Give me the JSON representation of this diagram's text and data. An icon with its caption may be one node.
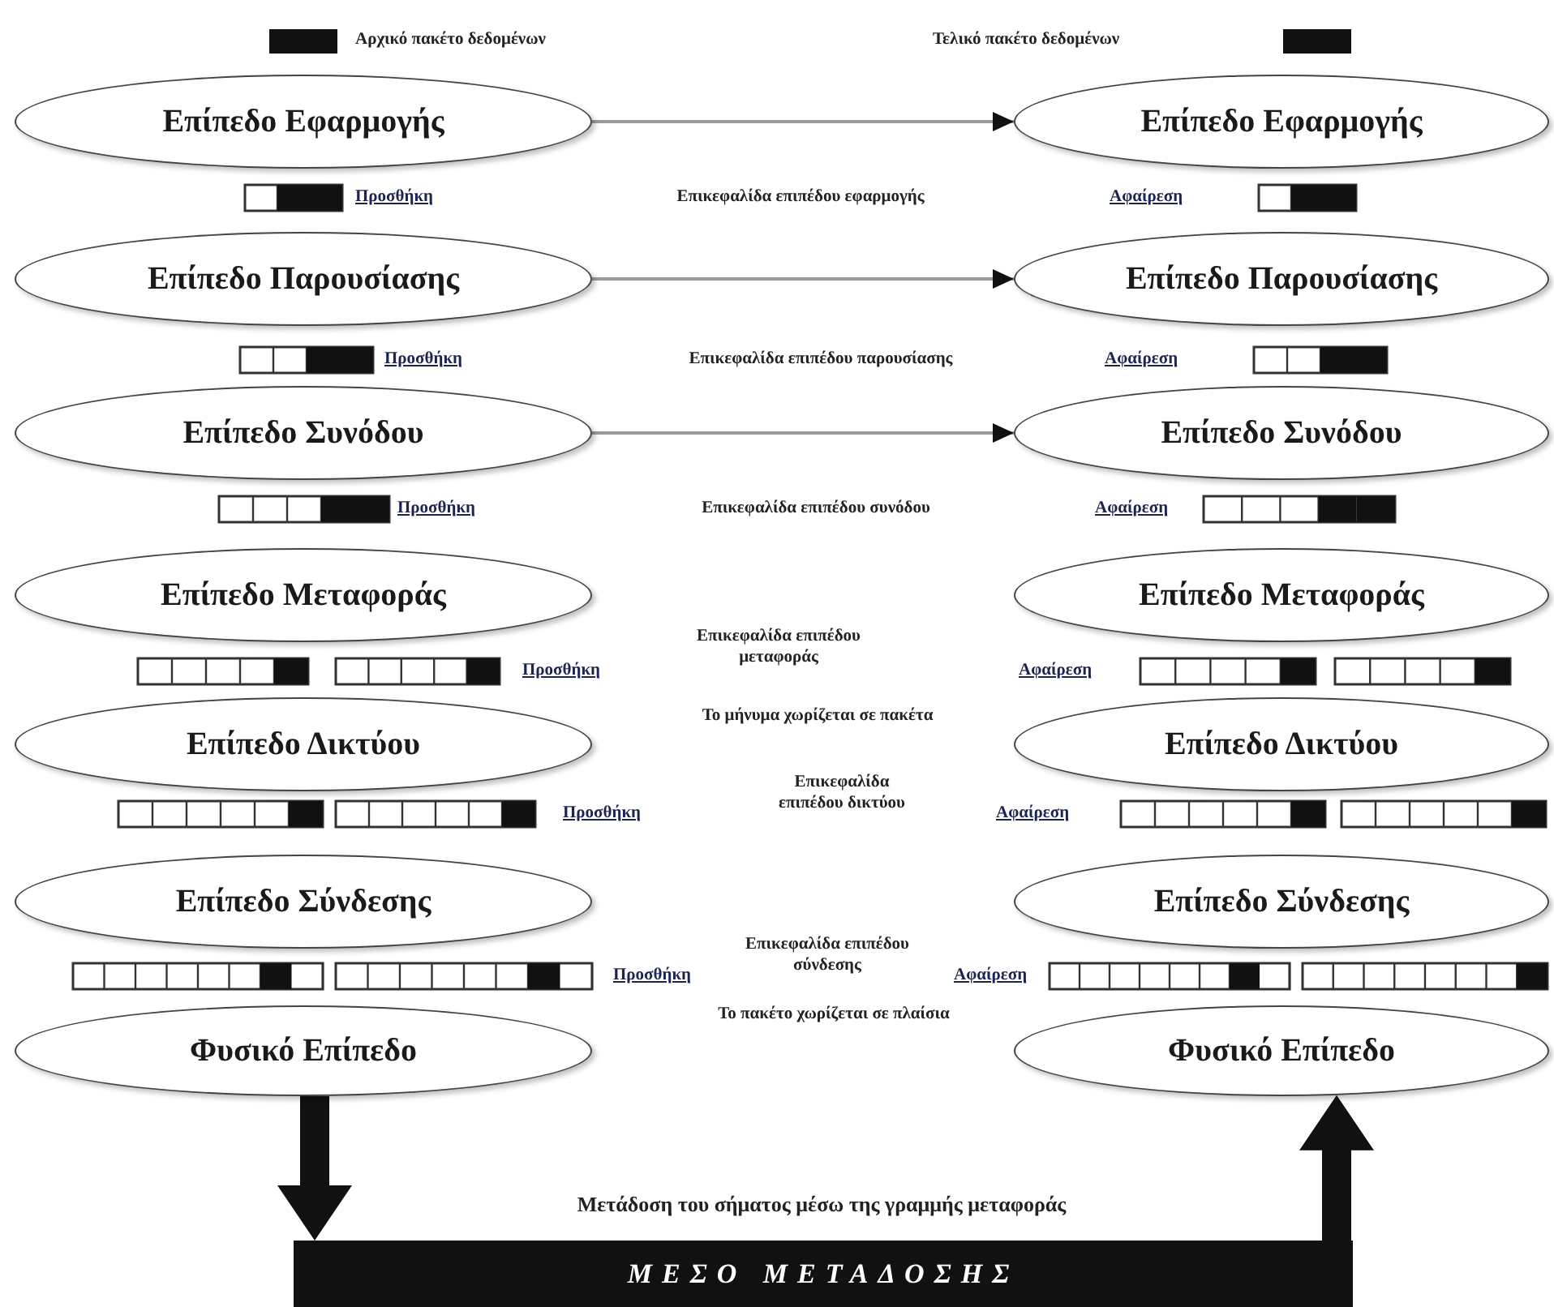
{
  "diagram": {
    "nodes": [
      {
        "text": [
          "Επίπεδο Εφαρμογής"
        ]
      },
      {
        "text": [
          "Επίπεδο Παρουσίασης"
        ]
      },
      {
        "text": [
          "Επίπεδο Συνόδου"
        ]
      },
      {
        "text": [
          "Επίπεδο Μεταφοράς"
        ]
      },
      {
        "text": [
          "Επίπεδο Δικτύου"
        ]
      },
      {
        "text": [
          "Επίπεδο Σύνδεσης"
        ]
      },
      {
        "text": [
          "Φυσικό Επίπεδο"
        ]
      },
      {
        "text": [
          "Επίπεδο Εφαρμογής"
        ]
      },
      {
        "text": [
          "Επίπεδο Παρουσίασης"
        ]
      },
      {
        "text": [
          "Επίπεδο Συνόδου"
        ]
      },
      {
        "text": [
          "Επίπεδο Μεταφοράς"
        ]
      },
      {
        "text": [
          "Επίπεδο Δικτύου"
        ]
      },
      {
        "text": [
          "Επίπεδο Σύνδεσης"
        ]
      },
      {
        "text": [
          "Φυσικό Επίπεδο"
        ]
      },
      {
        "text": [
          "ΜΕΣΟ ΜΕΤΑΔΟΣΗΣ"
        ]
      }
    ],
    "edges": [
      {
        "from": 0,
        "to": 7,
        "arrow": "to"
      },
      {
        "from": 1,
        "to": 8,
        "arrow": "to"
      },
      {
        "from": 2,
        "to": 9,
        "arrow": "to"
      },
      {
        "from": 6,
        "to": 14,
        "arrow": "to",
        "style": "thick",
        "color": "#111111"
      },
      {
        "from": 14,
        "to": 13,
        "arrow": "to",
        "style": "thick",
        "color": "#111111"
      }
    ],
    "labels": [
      "Προσθήκη",
      "Επικεφαλίδα επιπέδου εφαρμογής",
      "Αφαίρεση",
      "Προσθήκη",
      "Επικεφαλίδα επιπέδου παρουσίασης",
      "Αφαίρεση",
      "Προσθήκη",
      "Επικεφαλίδα επιπέδου συνόδου",
      "Αφαίρεση",
      "Προσθήκη",
      "Επικεφαλίδα επιπέδου μεταφοράς",
      "Αφαίρεση",
      "Το μήνυμα χωρίζεται σε πακέτα",
      "Προσθήκη",
      "Επικεφαλίδα επιπέδου δικτύου",
      "Αφαίρεση",
      "Επικεφαλίδα επιπέδου σύνδεσης",
      "Προσθήκη",
      "Αφαίρεση",
      "Το πακέτο χωρίζεται σε πλαίσια",
      "Μετάδοση του σήματος μέσω της γραμμής μεταφοράς"
    ],
    "legend": [
      {
        "text": "Αρχικό πακέτο δεδομένων",
        "color": "#111111"
      },
      {
        "text": "Τελικό πακέτο δεδομένων",
        "color": "#111111"
      }
    ]
  }
}
